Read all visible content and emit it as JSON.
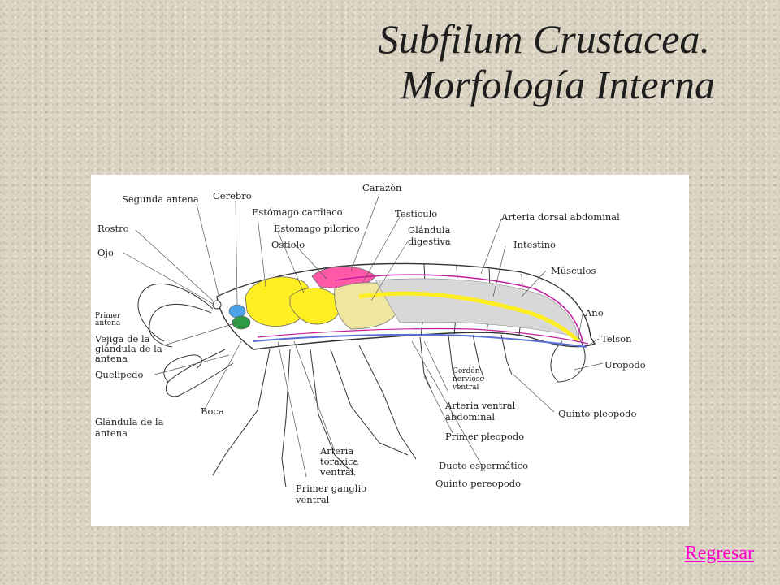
{
  "title": {
    "line1": "Subfilum Crustacea.",
    "line2": "Morfología Interna"
  },
  "diagram": {
    "labels": {
      "segunda_antena": "Segunda antena",
      "cerebro": "Cerebro",
      "carazon": "Carazón",
      "estomago_cardiaco": "Estómago cardiaco",
      "estomago_pilorico": "Estomago pilorico",
      "testiculo": "Testiculo",
      "glandula_digestiva_1": "Glándula",
      "glandula_digestiva_2": "digestiva",
      "arteria_dorsal": "Arteria dorsal abdominal",
      "rostro": "Rostro",
      "ostiolo": "Ostiolo",
      "intestino": "Intestino",
      "ojo": "Ojo",
      "musculos": "Músculos",
      "primer_antena_1": "Primer",
      "primer_antena_2": "antena",
      "vejiga_1": "Vejiga de la",
      "vejiga_2": "glándula de la",
      "vejiga_3": "antena",
      "ano": "Ano",
      "telson": "Telson",
      "quelipedo": "Quelipedo",
      "cordon_1": "Cordón",
      "cordon_2": "nervioso",
      "cordon_3": "ventral",
      "uropodo": "Uropodo",
      "arteria_ventral_1": "Arteria ventral",
      "arteria_ventral_2": "abdominal",
      "boca": "Boca",
      "quinto_pleopodo": "Quinto pleopodo",
      "glandula_antena_1": "Glándula de la",
      "glandula_antena_2": "antena",
      "primer_pleopodo": "Primer pleopodo",
      "arteria_toraxica_1": "Arteria",
      "arteria_toraxica_2": "toraxica",
      "arteria_toraxica_3": "ventral",
      "ducto": "Ducto espermático",
      "quinto_pereopodo": "Quinto pereopodo",
      "ganglio_1": "Primer ganglio",
      "ganglio_2": "ventral"
    },
    "colors": {
      "stomach": "#ffee22",
      "heart": "#ff5aa8",
      "digestive_gland": "#efe7a0",
      "muscles": "#d8d8d8",
      "nerve_cord": "#5b6fd6",
      "artery": "#c21e9c",
      "brain_blue": "#4aa3e8",
      "green_gland": "#2f9a45"
    }
  },
  "nav": {
    "back_label": "Regresar"
  }
}
